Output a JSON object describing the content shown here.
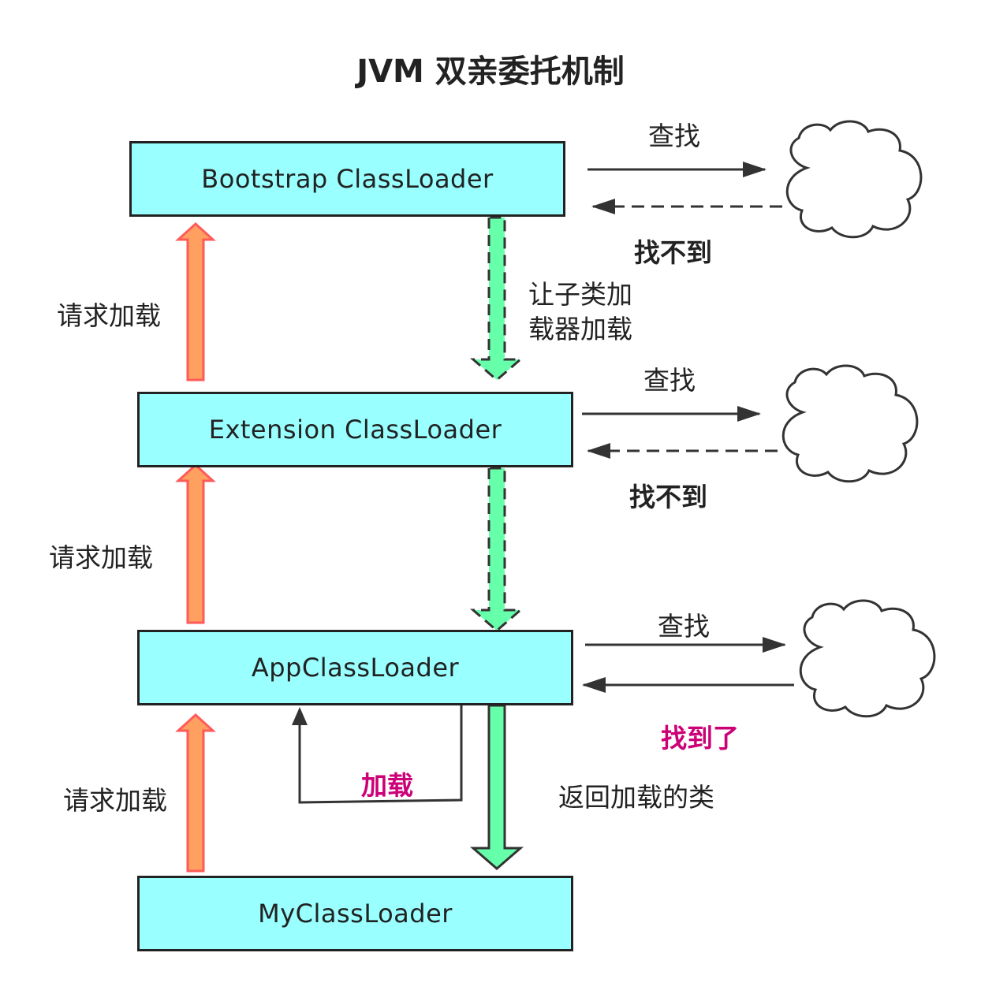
{
  "title": "JVM 双亲委托机制",
  "loaders": {
    "bootstrap": "Bootstrap ClassLoader",
    "extension": "Extension ClassLoader",
    "app": "AppClassLoader",
    "my": "MyClassLoader"
  },
  "labels": {
    "request_load": "请求加载",
    "lookup": "查找",
    "not_found": "找不到",
    "found": "找到了",
    "delegate_child": "让子类加\n载器加载",
    "load": "加载",
    "return_loaded_class": "返回加载的类"
  },
  "colors": {
    "box_fill": "#99ffff",
    "up_arrow_fill": "#ffa060",
    "up_arrow_stroke": "#ff5a5a",
    "down_arrow_fill": "#66ffaa",
    "highlight_text": "#cc0077"
  }
}
